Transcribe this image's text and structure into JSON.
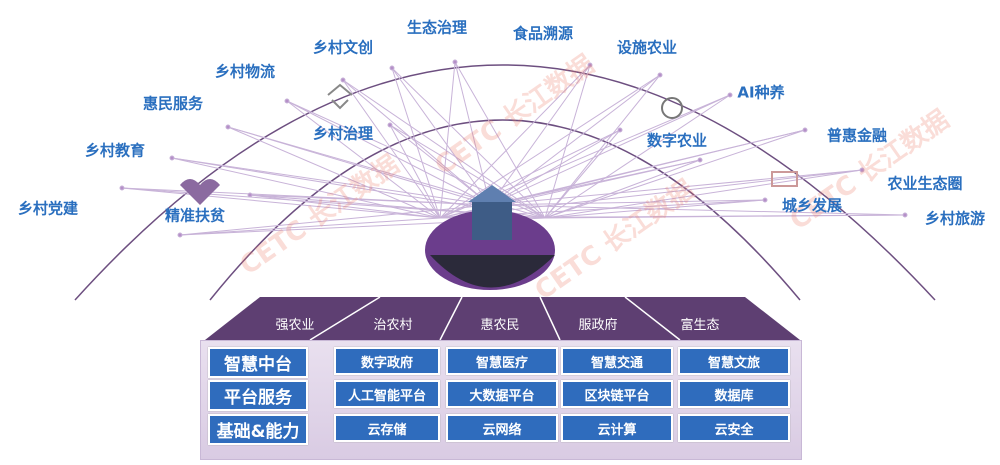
{
  "outer_labels": [
    "乡村党建",
    "乡村教育",
    "惠民服务",
    "乡村物流",
    "乡村文创",
    "生态治理",
    "食品溯源",
    "设施农业",
    "AI种养",
    "普惠金融",
    "农业生态圈",
    "乡村旅游"
  ],
  "inner_labels": [
    "精准扶贫",
    "乡村治理",
    "数字农业",
    "城乡发展"
  ],
  "pillars": [
    "强农业",
    "治农村",
    "惠农民",
    "服政府",
    "富生态"
  ],
  "rows": [
    "智慧中台",
    "平台服务",
    "基础&能力"
  ],
  "grid": [
    [
      "数字政府",
      "智慧医疗",
      "智慧交通",
      "智慧文旅"
    ],
    [
      "人工智能平台",
      "大数据平台",
      "区块链平台",
      "数据库"
    ],
    [
      "云存储",
      "云网络",
      "云计算",
      "云安全"
    ]
  ],
  "watermark": "CETC 长江数据",
  "colors": {
    "label": "#2a6fbf",
    "box": "#2f6cbd",
    "purple": "#5e3f72"
  }
}
